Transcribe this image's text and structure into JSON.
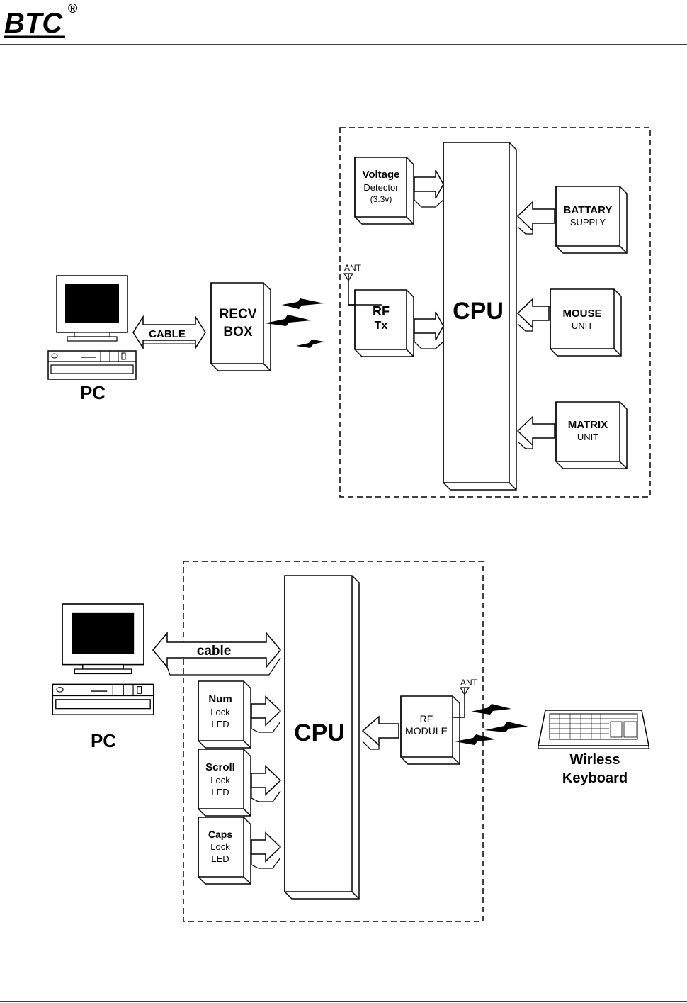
{
  "header": {
    "logo_text": "BTC",
    "registered_mark": "®"
  },
  "diagram1": {
    "pc_label": "PC",
    "cable_label": "CABLE",
    "recv_box": {
      "line1": "RECV",
      "line2": "BOX"
    },
    "antenna_label": "ANT",
    "voltage_detector": {
      "line1": "Voltage",
      "line2": "Detector",
      "line3": "(3.3v)"
    },
    "rf_tx": {
      "line1": "RF",
      "line2": "Tx"
    },
    "cpu_label": "CPU",
    "battery": {
      "line1": "BATTARY",
      "line2": "SUPPLY"
    },
    "mouse": {
      "line1": "MOUSE",
      "line2": "UNIT"
    },
    "matrix": {
      "line1": "MATRIX",
      "line2": "UNIT"
    }
  },
  "diagram2": {
    "pc_label": "PC",
    "cable_label": "cable",
    "cpu_label": "CPU",
    "num_lock": {
      "line1": "Num",
      "line2": "Lock",
      "line3": "LED"
    },
    "scroll_lock": {
      "line1": "Scroll",
      "line2": "Lock",
      "line3": "LED"
    },
    "caps_lock": {
      "line1": "Caps",
      "line2": "Lock",
      "line3": "LED"
    },
    "rf_module": {
      "line1": "RF",
      "line2": "MODULE"
    },
    "antenna_label": "ANT",
    "keyboard": {
      "line1": "Wirless",
      "line2": "Keyboard"
    }
  }
}
